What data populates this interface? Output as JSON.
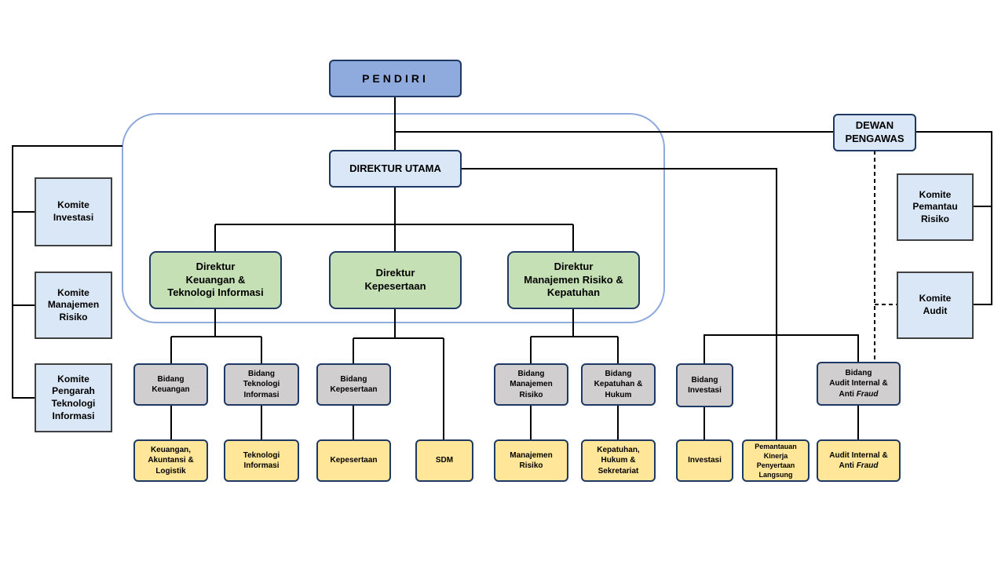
{
  "founder": "PENDIRI",
  "supervisory_board": "DEWAN\nPENGAWAS",
  "ceo": "DIREKTUR UTAMA",
  "directors": {
    "finance_it": "Direktur\nKeuangan &\nTeknologi Informasi",
    "membership": "Direktur\nKepesertaan",
    "risk_compliance": "Direktur\nManajemen Risiko &\nKepatuhan"
  },
  "committees_left": {
    "investment": "Komite\nInvestasi",
    "risk_management": "Komite\nManajemen\nRisiko",
    "it_steering": "Komite\nPengarah\nTeknologi\nInformasi"
  },
  "committees_right": {
    "risk_monitoring": "Komite\nPemantau\nRisiko",
    "audit": "Komite\nAudit"
  },
  "divisions": {
    "finance": "Bidang\nKeuangan",
    "it": "Bidang\nTeknologi\nInformasi",
    "membership": "Bidang\nKepesertaan",
    "risk_management": "Bidang\nManajemen\nRisiko",
    "compliance": "Bidang\nKepatuhan &\nHukum",
    "investment": "Bidang\nInvestasi",
    "audit_prefix": "Bidang\nAudit Internal &\nAnti ",
    "audit_fraud": "Fraud"
  },
  "units": {
    "finance": "Keuangan,\nAkuntansi &\nLogistik",
    "it": "Teknologi\nInformasi",
    "membership": "Kepesertaan",
    "hr": "SDM",
    "risk_management": "Manajemen\nRisiko",
    "compliance": "Kepatuhan,\nHukum &\nSekretariat",
    "investment": "Investasi",
    "participation_monitoring": "Pemantauan\nKinerja\nPenyertaan\nLangsung",
    "audit_prefix": "Audit Internal &\nAnti ",
    "audit_fraud": "Fraud"
  },
  "colors": {
    "founder_fill": "#8faadc",
    "board_fill": "#dae7f6",
    "director_fill": "#c5e0b4",
    "division_fill": "#d0cece",
    "unit_fill": "#ffe699",
    "border": "#1f3864",
    "board_outline": "#8faadc"
  }
}
